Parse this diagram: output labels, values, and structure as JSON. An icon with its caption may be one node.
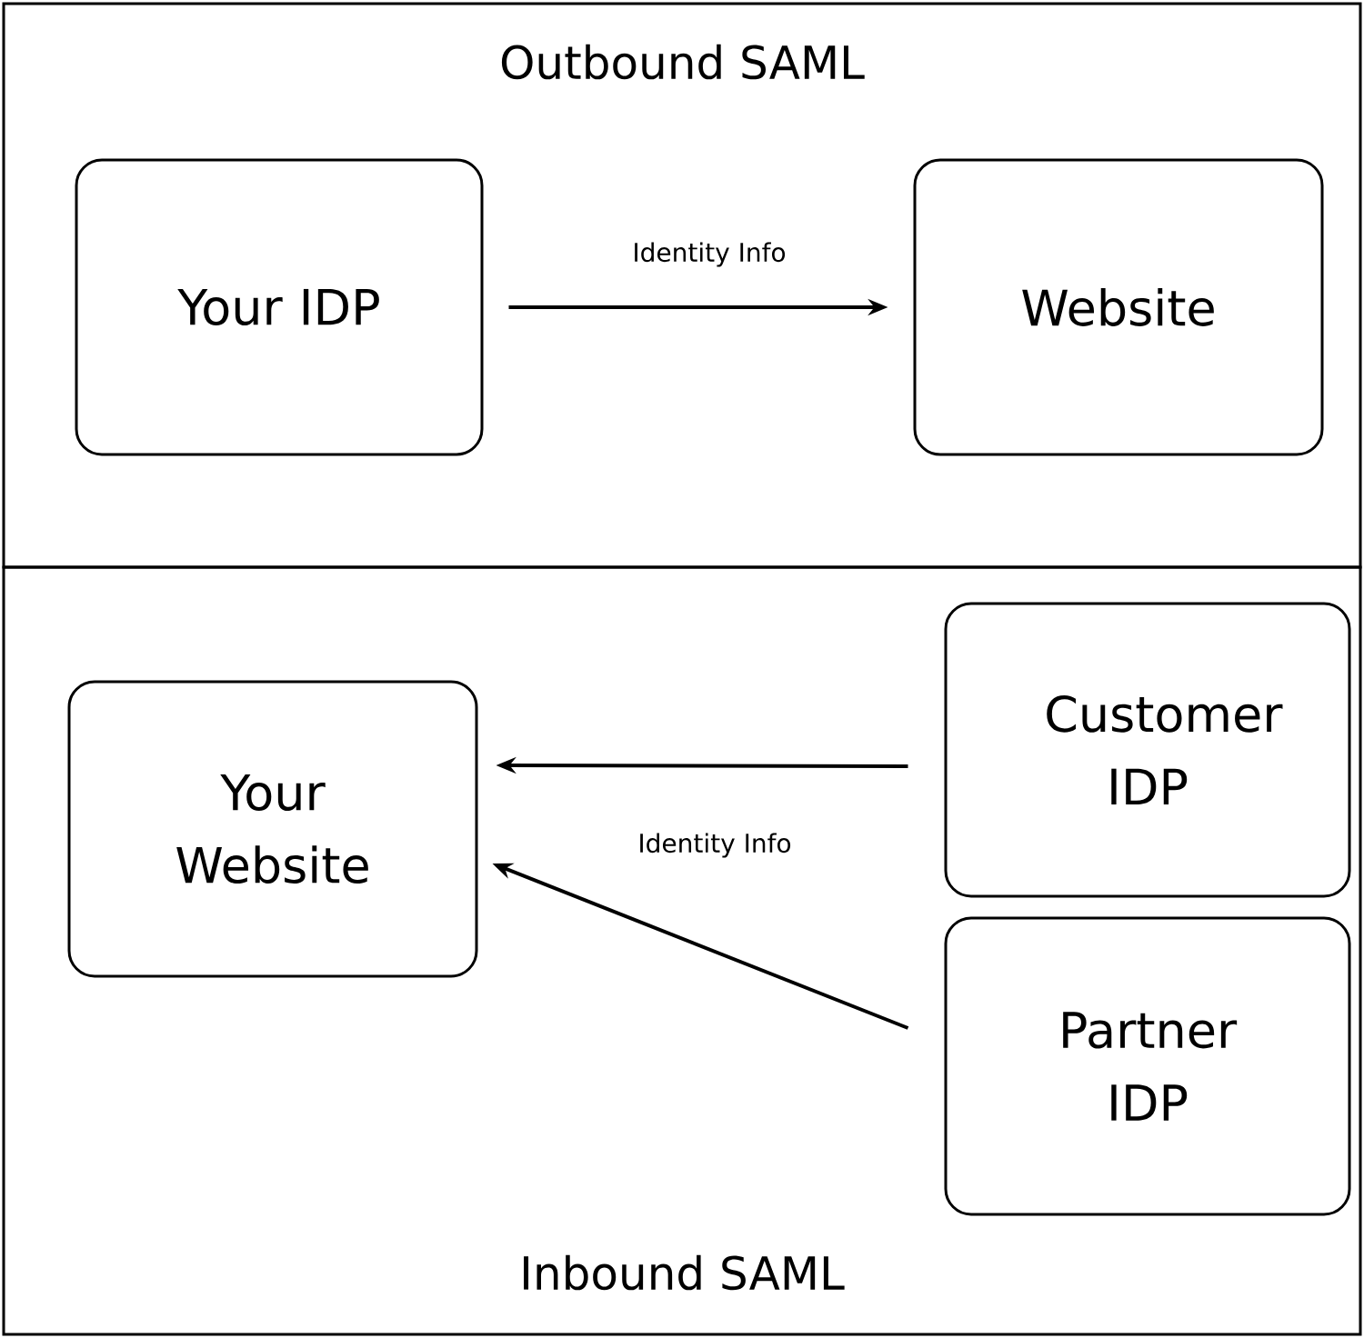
{
  "diagram": {
    "nodes": [
      {
        "text": [
          "Outbound SAML"
        ]
      },
      {
        "text": [
          "Your IDP"
        ],
        "in": 0
      },
      {
        "text": [
          "Website"
        ],
        "in": 0
      },
      {
        "text": [
          "Inbound SAML"
        ]
      },
      {
        "text": [
          "Your Website"
        ],
        "in": 3
      },
      {
        "text": [
          "Customer IDP"
        ],
        "in": 3
      },
      {
        "text": [
          "Partner IDP"
        ],
        "in": 3
      }
    ],
    "edges": [
      {
        "from": 1,
        "to": 2,
        "arrow": "to",
        "label": "Identity Info"
      },
      {
        "from": 5,
        "to": 4,
        "arrow": "to",
        "label": "Identity Info"
      },
      {
        "from": 6,
        "to": 4,
        "arrow": "to"
      }
    ]
  }
}
